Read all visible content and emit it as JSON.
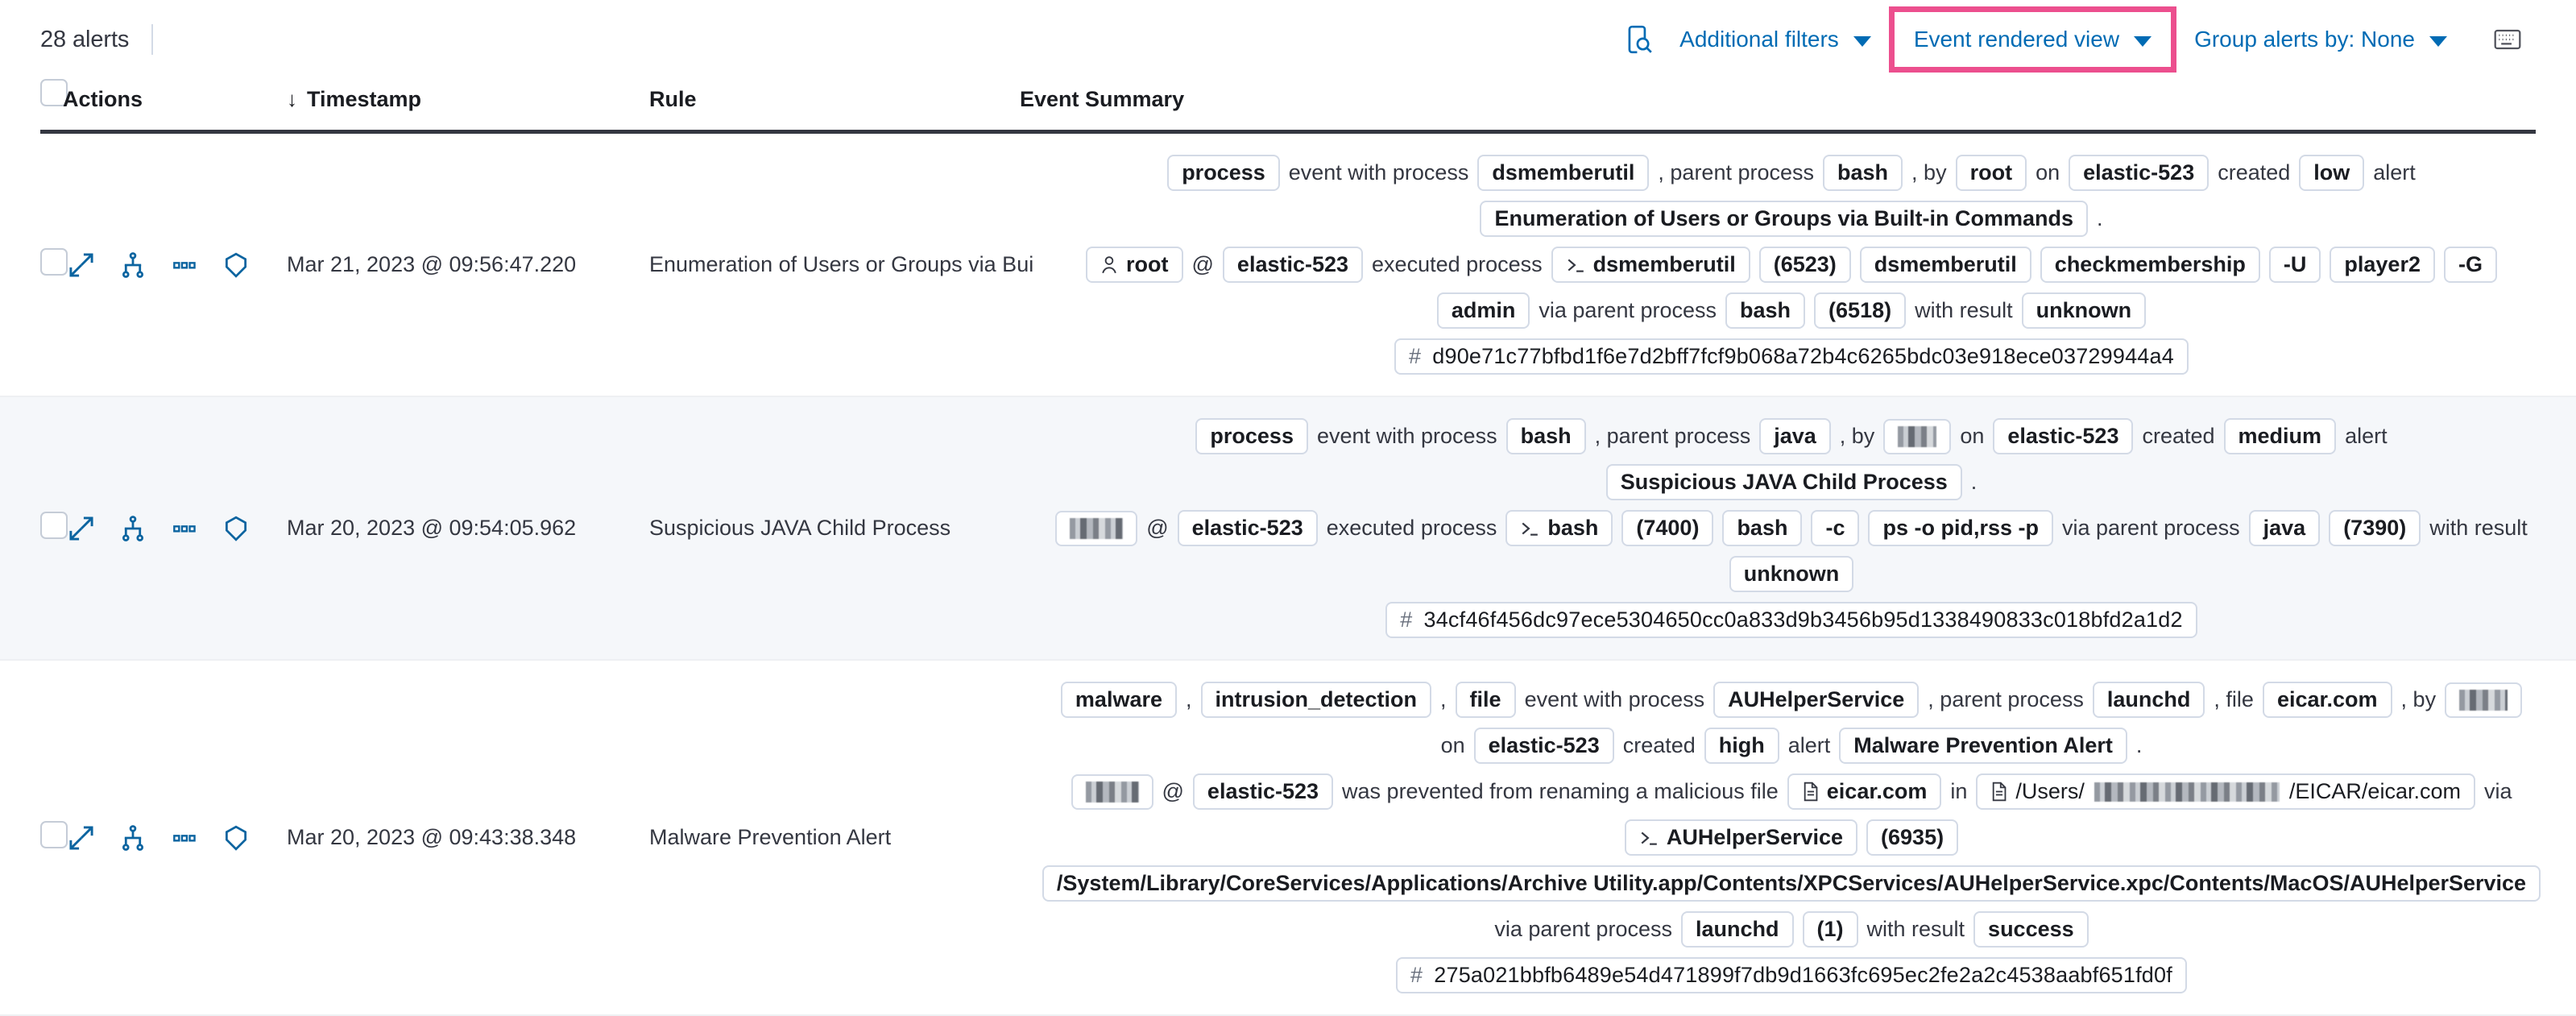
{
  "toolbar": {
    "alert_count": "28 alerts",
    "inspect_icon": "inspect-magnifier-icon",
    "additional_filters_label": "Additional filters",
    "event_rendered_view_label": "Event rendered view",
    "group_alerts_by_label": "Group alerts by: None",
    "keyboard_shortcut_icon": "keyboard-icon",
    "highlight_color": "#ec4f8e",
    "link_color": "#006bb4"
  },
  "table": {
    "columns": {
      "select_all": "",
      "actions": "Actions",
      "timestamp": "Timestamp",
      "rule": "Rule",
      "event_summary": "Event Summary"
    },
    "sort_indicator": "↓",
    "row_actions": [
      "expand-details-icon",
      "analyze-event-icon",
      "more-actions-icon",
      "session-view-icon"
    ]
  },
  "rows": [
    {
      "timestamp": "Mar 21, 2023 @ 09:56:47.220",
      "rule": "Enumeration of Users or Groups via Bui",
      "summary_lines": [
        [
          {
            "t": "chip",
            "v": "process"
          },
          {
            "t": "text",
            "v": "event with process"
          },
          {
            "t": "chip",
            "v": "dsmemberutil"
          },
          {
            "t": "text",
            "v": ", parent process"
          },
          {
            "t": "chip",
            "v": "bash"
          },
          {
            "t": "text",
            "v": ", by"
          },
          {
            "t": "chip",
            "v": "root"
          },
          {
            "t": "text",
            "v": "on"
          },
          {
            "t": "chip",
            "v": "elastic-523"
          },
          {
            "t": "text",
            "v": "created"
          },
          {
            "t": "chip",
            "v": "low"
          },
          {
            "t": "text",
            "v": "alert"
          }
        ],
        [
          {
            "t": "chip",
            "v": "Enumeration of Users or Groups via Built-in Commands"
          },
          {
            "t": "text",
            "v": "."
          }
        ],
        [
          {
            "t": "chip",
            "v": "root",
            "icon": "user-icon"
          },
          {
            "t": "text",
            "v": "@"
          },
          {
            "t": "chip",
            "v": "elastic-523"
          },
          {
            "t": "text",
            "v": "executed process"
          },
          {
            "t": "chip",
            "v": "dsmemberutil",
            "icon": "console-icon"
          },
          {
            "t": "chip",
            "v": "(6523)"
          },
          {
            "t": "chip",
            "v": "dsmemberutil"
          },
          {
            "t": "chip",
            "v": "checkmembership"
          },
          {
            "t": "chip",
            "v": "-U"
          },
          {
            "t": "chip",
            "v": "player2"
          },
          {
            "t": "chip",
            "v": "-G"
          }
        ],
        [
          {
            "t": "chip",
            "v": "admin"
          },
          {
            "t": "text",
            "v": "via parent process"
          },
          {
            "t": "chip",
            "v": "bash"
          },
          {
            "t": "chip",
            "v": "(6518)"
          },
          {
            "t": "text",
            "v": "with result"
          },
          {
            "t": "chip",
            "v": "unknown"
          }
        ],
        [
          {
            "t": "hash",
            "v": "d90e71c77bfbd1f6e7d2bff7fcf9b068a72b4c6265bdc03e918ece03729944a4"
          }
        ]
      ]
    },
    {
      "timestamp": "Mar 20, 2023 @ 09:54:05.962",
      "rule": "Suspicious JAVA Child Process",
      "summary_lines": [
        [
          {
            "t": "chip",
            "v": "process"
          },
          {
            "t": "text",
            "v": "event with process"
          },
          {
            "t": "chip",
            "v": "bash"
          },
          {
            "t": "text",
            "v": ", parent process"
          },
          {
            "t": "chip",
            "v": "java"
          },
          {
            "t": "text",
            "v": ", by"
          },
          {
            "t": "redact",
            "size": "w-a"
          },
          {
            "t": "text",
            "v": "on"
          },
          {
            "t": "chip",
            "v": "elastic-523"
          },
          {
            "t": "text",
            "v": "created"
          },
          {
            "t": "chip",
            "v": "medium"
          },
          {
            "t": "text",
            "v": "alert"
          }
        ],
        [
          {
            "t": "chip",
            "v": "Suspicious JAVA Child Process"
          },
          {
            "t": "text",
            "v": "."
          }
        ],
        [
          {
            "t": "redact",
            "size": "w-b"
          },
          {
            "t": "text",
            "v": "@"
          },
          {
            "t": "chip",
            "v": "elastic-523"
          },
          {
            "t": "text",
            "v": "executed process"
          },
          {
            "t": "chip",
            "v": "bash",
            "icon": "console-icon"
          },
          {
            "t": "chip",
            "v": "(7400)"
          },
          {
            "t": "chip",
            "v": "bash"
          },
          {
            "t": "chip",
            "v": "-c"
          },
          {
            "t": "chip",
            "v": "ps -o pid,rss -p"
          },
          {
            "t": "text",
            "v": "via parent process"
          },
          {
            "t": "chip",
            "v": "java"
          },
          {
            "t": "chip",
            "v": "(7390)"
          },
          {
            "t": "text",
            "v": "with result"
          }
        ],
        [
          {
            "t": "chip",
            "v": "unknown"
          }
        ],
        [
          {
            "t": "hash",
            "v": "34cf46f456dc97ece5304650cc0a833d9b3456b95d1338490833c018bfd2a1d2"
          }
        ]
      ]
    },
    {
      "timestamp": "Mar 20, 2023 @ 09:43:38.348",
      "rule": "Malware Prevention Alert",
      "summary_lines": [
        [
          {
            "t": "chip",
            "v": "malware"
          },
          {
            "t": "text",
            "v": ","
          },
          {
            "t": "chip",
            "v": "intrusion_detection"
          },
          {
            "t": "text",
            "v": ","
          },
          {
            "t": "chip",
            "v": "file"
          },
          {
            "t": "text",
            "v": "event with process"
          },
          {
            "t": "chip",
            "v": "AUHelperService"
          },
          {
            "t": "text",
            "v": ", parent process"
          },
          {
            "t": "chip",
            "v": "launchd"
          },
          {
            "t": "text",
            "v": ", file"
          },
          {
            "t": "chip",
            "v": "eicar.com"
          },
          {
            "t": "text",
            "v": ", by"
          },
          {
            "t": "redact",
            "size": "w-c"
          }
        ],
        [
          {
            "t": "text",
            "v": "on"
          },
          {
            "t": "chip",
            "v": "elastic-523"
          },
          {
            "t": "text",
            "v": "created"
          },
          {
            "t": "chip",
            "v": "high"
          },
          {
            "t": "text",
            "v": "alert"
          },
          {
            "t": "chip",
            "v": "Malware Prevention Alert"
          },
          {
            "t": "text",
            "v": "."
          }
        ],
        [
          {
            "t": "redact",
            "size": "w-b"
          },
          {
            "t": "text",
            "v": "@"
          },
          {
            "t": "chip",
            "v": "elastic-523"
          },
          {
            "t": "text",
            "v": "was prevented from renaming a malicious file"
          },
          {
            "t": "chip",
            "v": "eicar.com",
            "icon": "file-icon"
          },
          {
            "t": "text",
            "v": "in"
          },
          {
            "t": "chip_path",
            "prefix": "/Users/",
            "suffix": "/EICAR/eicar.com",
            "icon": "file-icon"
          },
          {
            "t": "text",
            "v": "via"
          }
        ],
        [
          {
            "t": "chip",
            "v": "AUHelperService",
            "icon": "console-icon"
          },
          {
            "t": "chip",
            "v": "(6935)"
          }
        ],
        [
          {
            "t": "chip",
            "v": "/System/Library/CoreServices/Applications/Archive Utility.app/Contents/XPCServices/AUHelperService.xpc/Contents/MacOS/AUHelperService"
          }
        ],
        [
          {
            "t": "text",
            "v": "via parent process"
          },
          {
            "t": "chip",
            "v": "launchd"
          },
          {
            "t": "chip",
            "v": "(1)"
          },
          {
            "t": "text",
            "v": "with result"
          },
          {
            "t": "chip",
            "v": "success"
          }
        ],
        [
          {
            "t": "hash",
            "v": "275a021bbfb6489e54d471899f7db9d1663fc695ec2fe2a2c4538aabf651fd0f"
          }
        ]
      ]
    }
  ]
}
